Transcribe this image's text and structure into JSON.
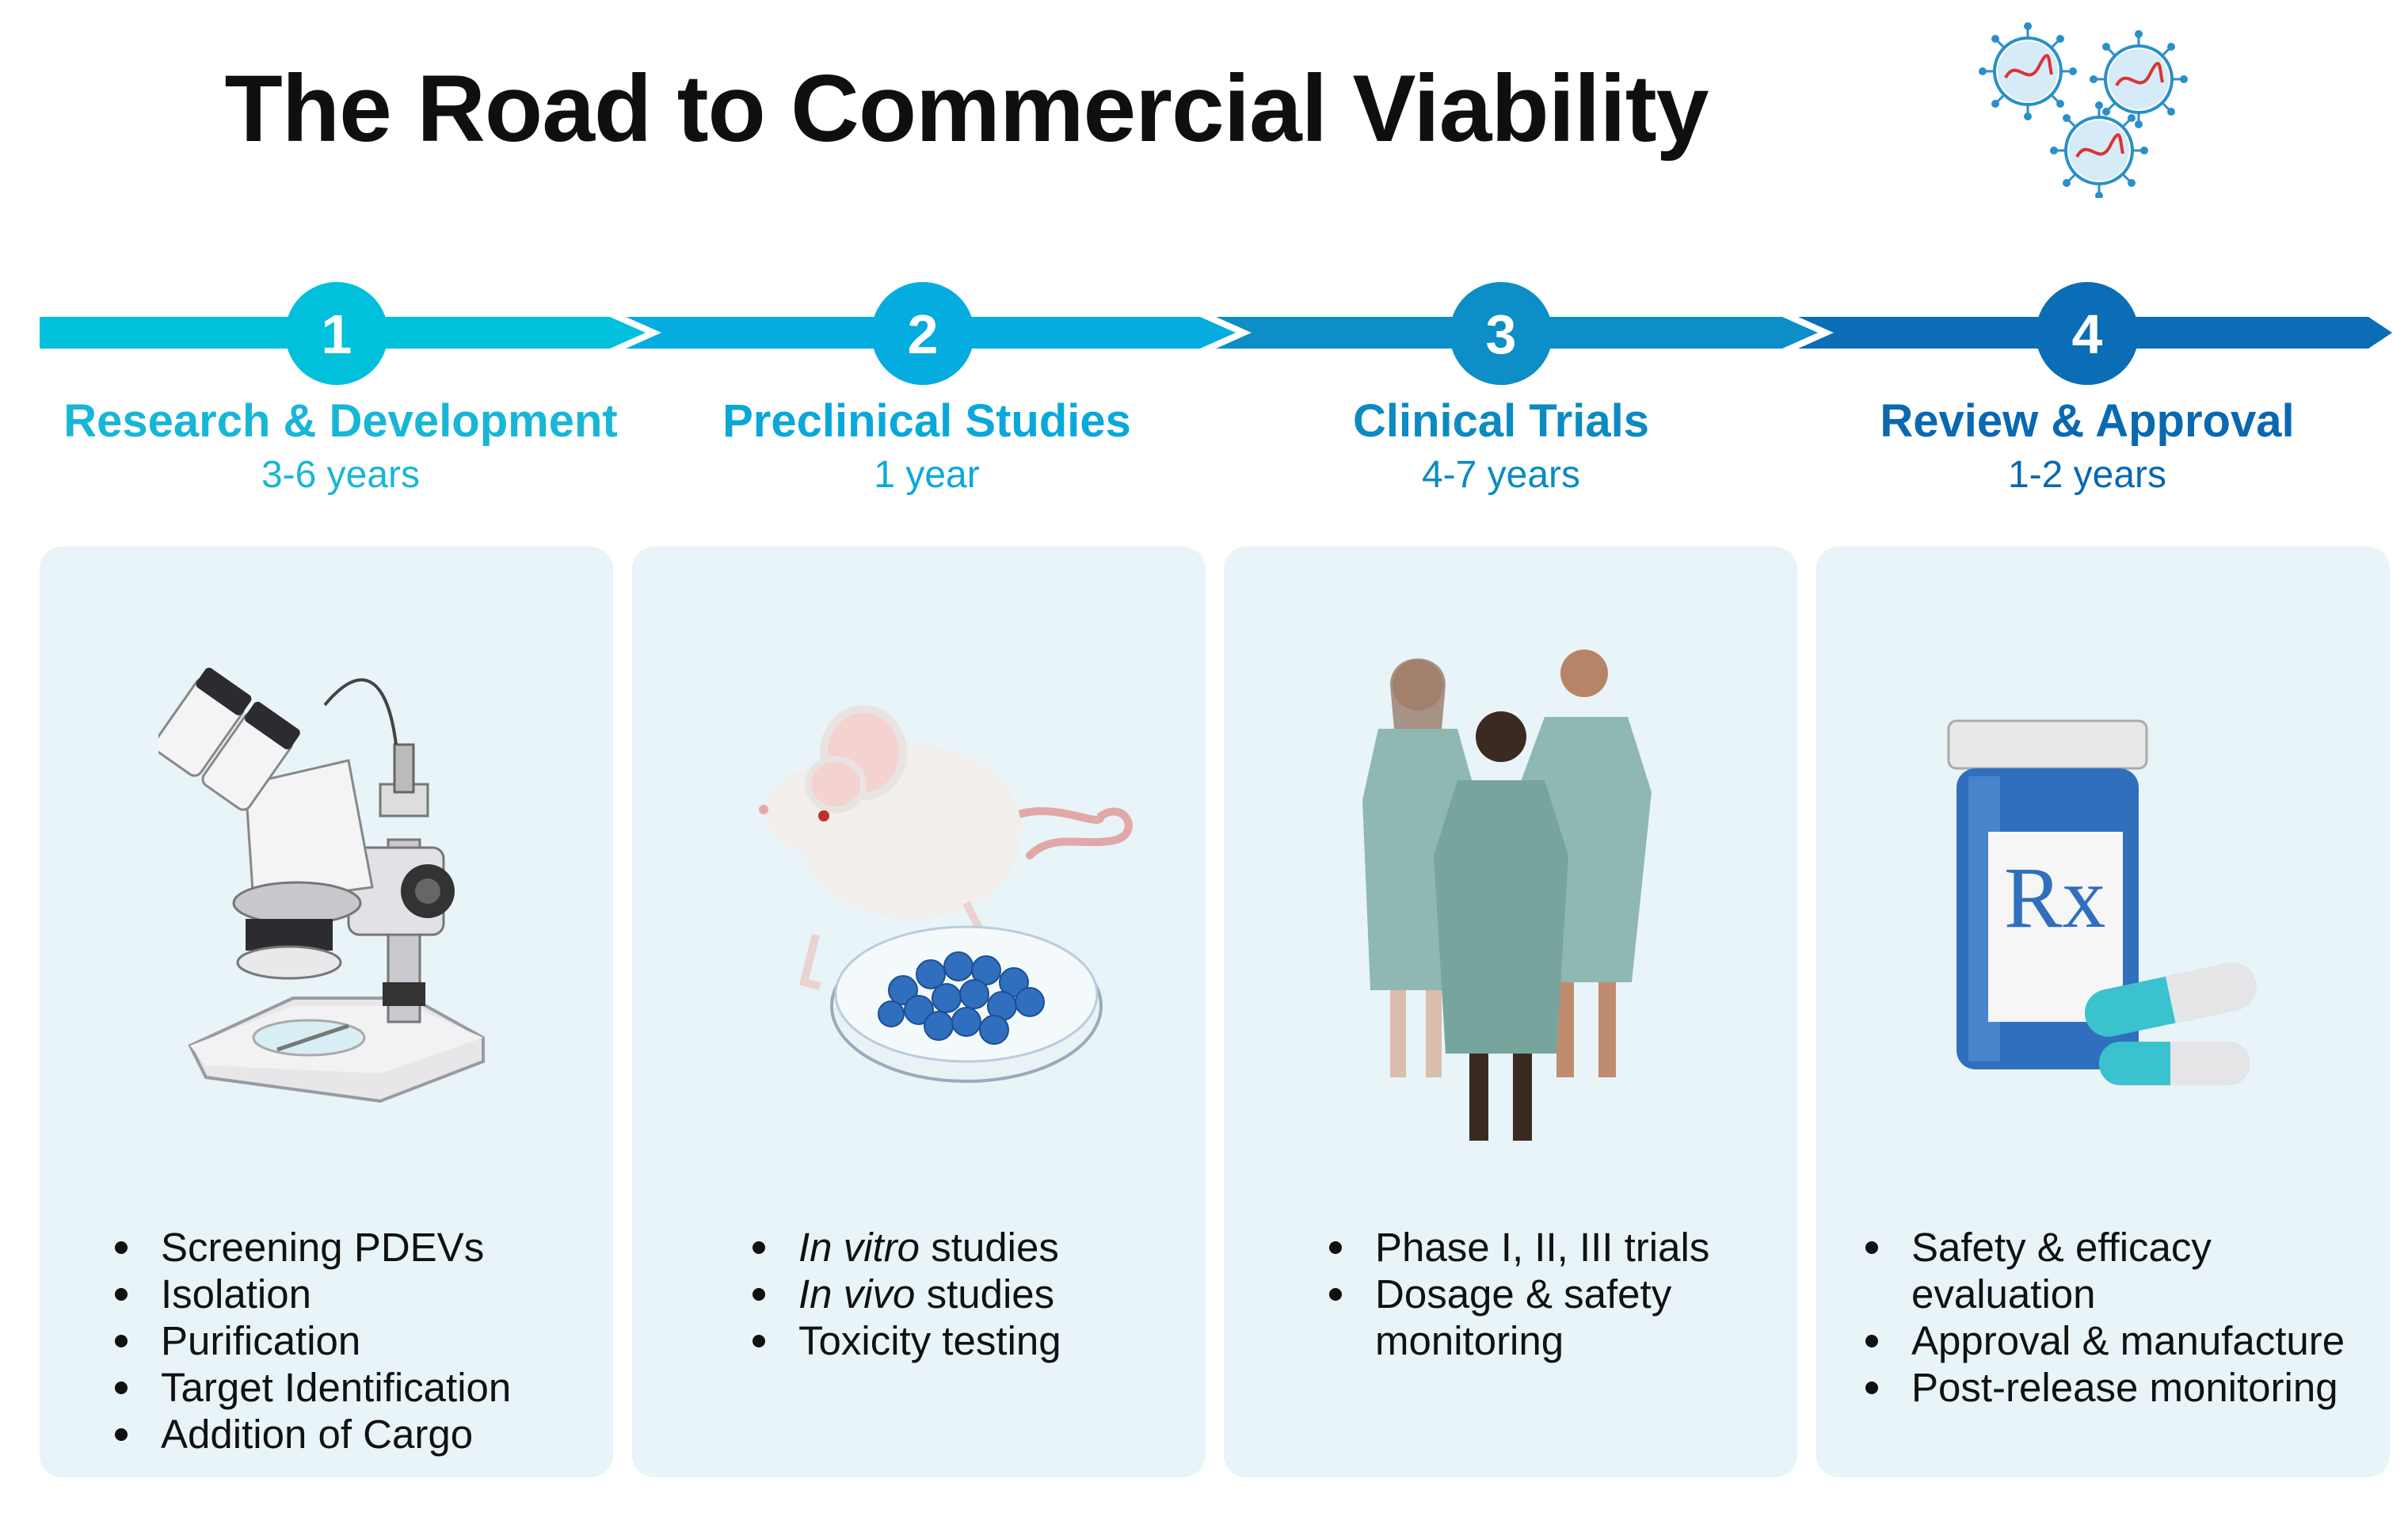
{
  "title": "The Road to Commercial Viability",
  "colors": {
    "stage1": "#00c0dc",
    "stage2": "#05ace0",
    "stage3": "#0d8ec6",
    "stage4": "#0a6db5",
    "card_bg": "#e8f4f7"
  },
  "stages": [
    {
      "number": "1",
      "title": "Research & Development",
      "duration": "3-6 years",
      "illustration": "microscope-icon",
      "bullets": [
        "Screening PDEVs",
        "Isolation",
        "Purification",
        "Target Identification",
        "Addition of Cargo"
      ]
    },
    {
      "number": "2",
      "title": "Preclinical Studies",
      "duration": "1 year",
      "illustration": "mouse-petri-dish-icon",
      "bullets": [
        {
          "emph": "In vitro",
          "rest": " studies"
        },
        {
          "emph": "In vivo",
          "rest": " studies"
        },
        {
          "emph": "",
          "rest": "Toxicity testing"
        }
      ]
    },
    {
      "number": "3",
      "title": "Clinical Trials",
      "duration": "4-7 years",
      "illustration": "patients-icon",
      "bullets": [
        "Phase I, II, III trials",
        "Dosage & safety monitoring"
      ]
    },
    {
      "number": "4",
      "title": "Review & Approval",
      "duration": "1-2 years",
      "illustration": "pill-bottle-icon",
      "bullets": [
        "Safety & efficacy evaluation",
        "Approval & manufacture",
        "Post-release monitoring"
      ]
    }
  ],
  "rx_label": "Rx",
  "decoration": "virus-particles-icon"
}
